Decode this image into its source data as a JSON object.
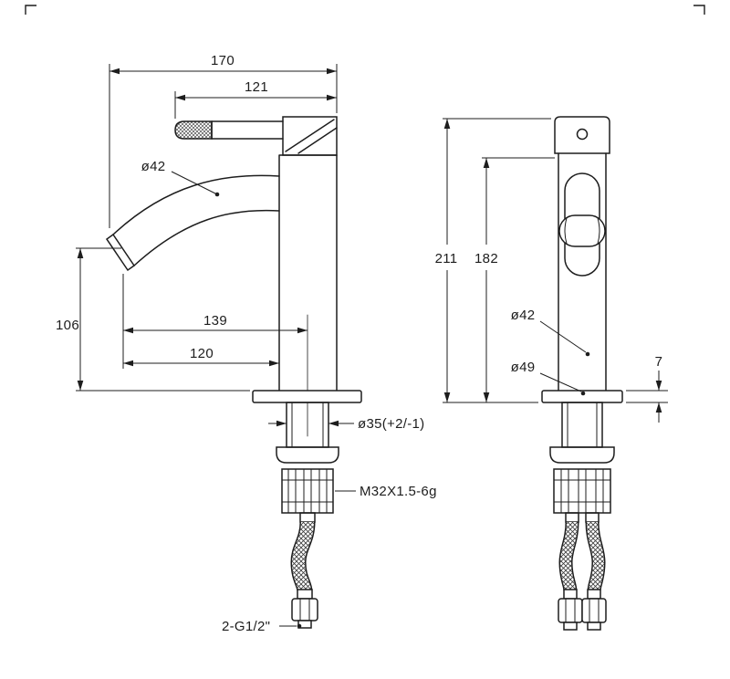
{
  "drawing": {
    "kind": "technical-dimension-drawing",
    "subject": "single-lever basin mixer faucet, two orthographic views",
    "side_view": {
      "overall_projection": "170",
      "handle_length": "121",
      "spout_diameter": "ø42",
      "outlet_height": "106",
      "reach_to_center": "139",
      "reach_to_edge": "120",
      "shank_diameter": "ø35(+2/-1)",
      "mounting_thread": "M32X1.5-6g",
      "hose_thread": "2-G1/2\""
    },
    "front_view": {
      "overall_height": "211",
      "body_height": "182",
      "body_diameter": "ø42",
      "base_diameter": "ø49",
      "base_thickness": "7"
    },
    "colors": {
      "line": "#1d1d1d",
      "background": "#ffffff"
    }
  }
}
